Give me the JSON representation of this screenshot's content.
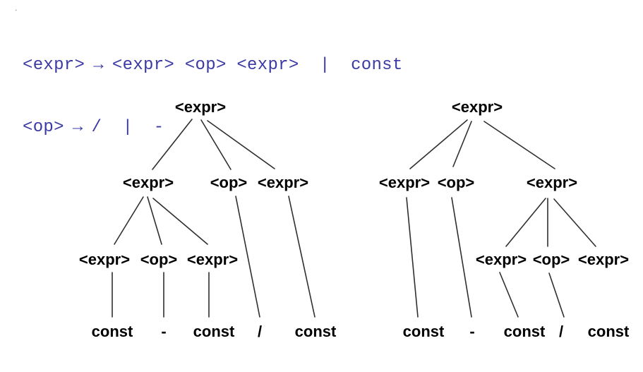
{
  "artifact": {
    "dot": "."
  },
  "colors": {
    "background": "#ffffff",
    "grammar_text": "#3b3aa5",
    "tree_label": "#000000",
    "tree_edge": "#2f2f2f"
  },
  "grammar": {
    "rules": [
      {
        "lhs": "<expr>",
        "arrow": "→",
        "rhs": "<expr> <op> <expr>  |  const"
      },
      {
        "lhs": "<op>",
        "arrow": "→",
        "rhs": "/  |  -"
      }
    ]
  },
  "trees": {
    "left": {
      "description": "parse tree deriving const - const / const, left-recursive grouping",
      "root": "<expr>",
      "level2": [
        "<expr>",
        "<op>",
        "<expr>"
      ],
      "level3": [
        "<expr>",
        "<op>",
        "<expr>"
      ],
      "leaves": [
        "const",
        "-",
        "const",
        "/",
        "const"
      ]
    },
    "right": {
      "description": "parse tree deriving const - const / const, right-recursive grouping",
      "root": "<expr>",
      "level2": [
        "<expr>",
        "<op>",
        "<expr>"
      ],
      "level3": [
        "<expr>",
        "<op>",
        "<expr>"
      ],
      "leaves": [
        "const",
        "-",
        "const",
        "/",
        "const"
      ]
    }
  }
}
